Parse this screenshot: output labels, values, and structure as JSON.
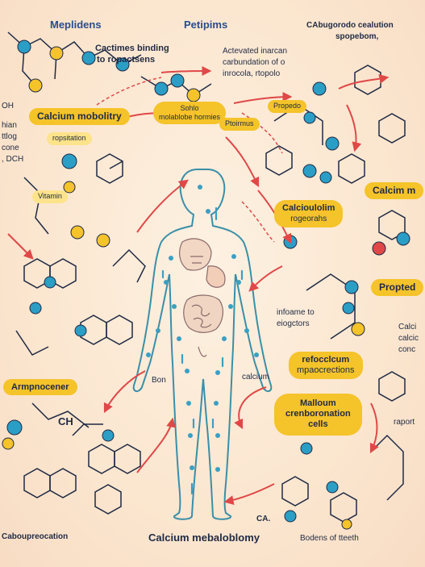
{
  "labels": {
    "top_left": "Meplidens",
    "top_mid": "Petipims",
    "top_right_1": "CAbugorodo cealution",
    "top_right_2": "spopebom,",
    "cactimes_1": "Cactimes binding",
    "cactimes_2": "to ropactsens",
    "activated_1": "Actevated inarcan",
    "activated_2": "carbundation of o",
    "activated_3": "inrocola, rtopolo",
    "left_col_1": "hian",
    "left_col_2": "ttlog",
    "left_col_3": "cone",
    "left_col_4": ", DCH",
    "left_col_5": "OH",
    "infoame_1": "infoame to",
    "infoame_2": "eiogctors",
    "calcium_mid": "calcium",
    "bon": "Bon",
    "ch": "CH",
    "bottom_left": "Caboupreocation",
    "bottom_center": "Calcium mebaloblomy",
    "bottom_ca": "CA.",
    "bottom_right": "Bodens of tteeth",
    "right_cut_1": "Calci",
    "right_cut_2": "calcic",
    "right_cut_3": "conc",
    "right_repor": "raport"
  },
  "pills": {
    "calcium_mobolity": "Calcium mobolitry",
    "ropsitation": "ropsitation",
    "hormone_1": "Sohlo",
    "hormone_2": "molablobe hormies",
    "calcioulolim_1": "Calcioulolim",
    "calcioulolim_2": "rogeorahs",
    "calcim_right": "Calcim m",
    "propted": "Propted",
    "refocclcum_1": "refocclcum",
    "refocclcum_2": "mpaocrections",
    "malleum_1": "Malloum",
    "malleum_2": "crenboronation",
    "malleum_3": "cells",
    "armpnocener": "Armpnocener",
    "vitamin": "Vitamin",
    "propedo": "Propedo",
    "ptoirmus": "Ptoirmus"
  },
  "colors": {
    "background": "#fbe9d6",
    "pill": "#f5c32a",
    "arrow": "#e04848",
    "atom": "#2b9ec6",
    "bond": "#1f2a44",
    "body_outline": "#3a8fa8"
  }
}
